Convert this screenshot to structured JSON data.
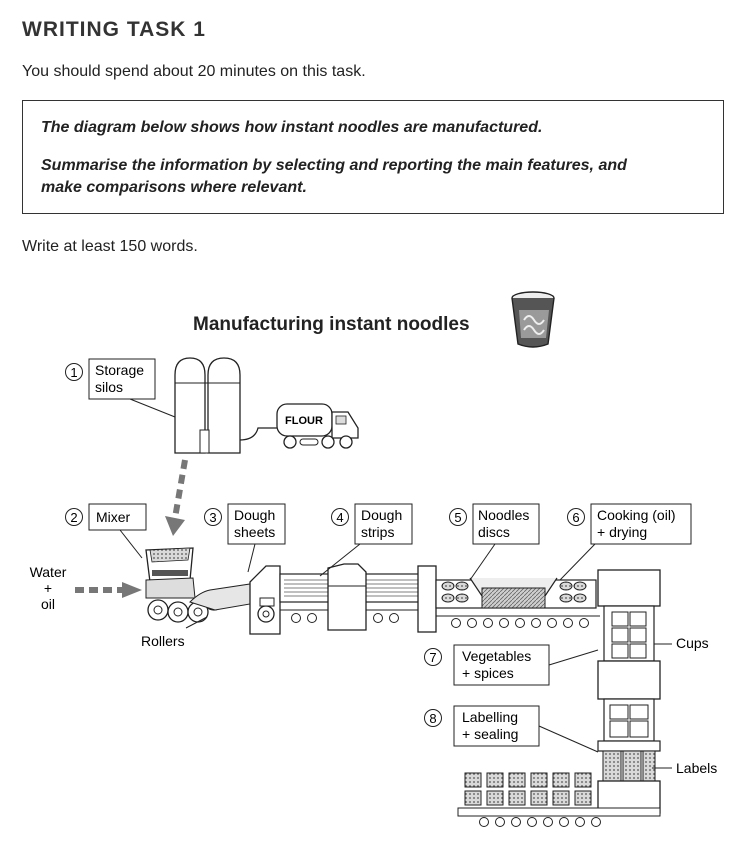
{
  "task": {
    "heading": "WRITING TASK 1",
    "instruction": "You should spend about 20 minutes on this task.",
    "prompt_line1": "The diagram below shows how instant noodles are manufactured.",
    "prompt_line2a": "Summarise the information by selecting and reporting the main features, and",
    "prompt_line2b": "make comparisons where relevant.",
    "min_words": "Write at least 150 words."
  },
  "diagram": {
    "title": "Manufacturing instant noodles",
    "truck_label": "FLOUR",
    "input_label": [
      "Water",
      "+",
      "oil"
    ],
    "rollers_label": "Rollers",
    "cups_label": "Cups",
    "labels_label": "Labels",
    "steps": [
      {
        "num": "1",
        "line1": "Storage",
        "line2": "silos"
      },
      {
        "num": "2",
        "line1": "Mixer",
        "line2": ""
      },
      {
        "num": "3",
        "line1": "Dough",
        "line2": "sheets"
      },
      {
        "num": "4",
        "line1": "Dough",
        "line2": "strips"
      },
      {
        "num": "5",
        "line1": "Noodles",
        "line2": "discs"
      },
      {
        "num": "6",
        "line1": "Cooking (oil)",
        "line2": "+ drying"
      },
      {
        "num": "7",
        "line1": "Vegetables",
        "line2": "+ spices"
      },
      {
        "num": "8",
        "line1": "Labelling",
        "line2": "+ sealing"
      }
    ]
  }
}
